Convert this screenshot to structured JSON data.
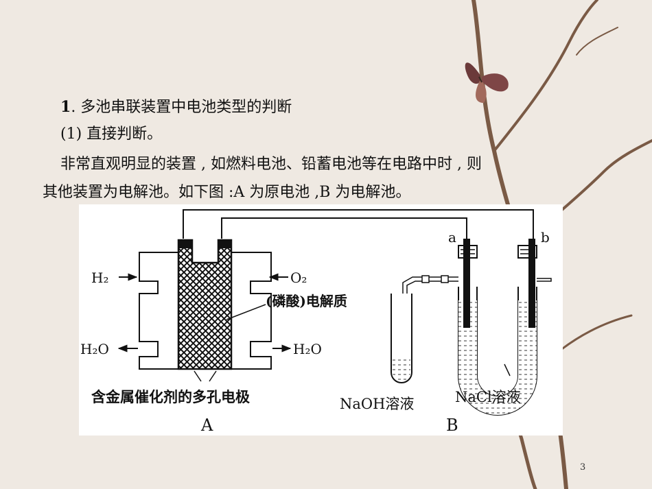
{
  "heading": {
    "number": "1",
    "text": ". 多池串联装置中电池类型的判断"
  },
  "para1": "(1) 直接判断。",
  "para2": "非常直观明显的装置 , 如燃料电池、铅蓄电池等在电路中时 , 则",
  "para3": "其他装置为电解池。如下图 :A 为原电池 ,B 为电解池。",
  "page_number": "3",
  "figure": {
    "h2_in": "H₂",
    "o2_in": "O₂",
    "h2o_left": "H₂O",
    "h2o_right": "H₂O",
    "electrolyte_label": "(磷酸)电解质",
    "electrode_label": "含金属催化剂的多孔电极",
    "label_a_cell": "A",
    "electrode_a": "a",
    "electrode_b": "b",
    "naoh_label": "NaOH溶液",
    "nacl_label": "NaCl溶液",
    "label_b_cell": "B"
  }
}
